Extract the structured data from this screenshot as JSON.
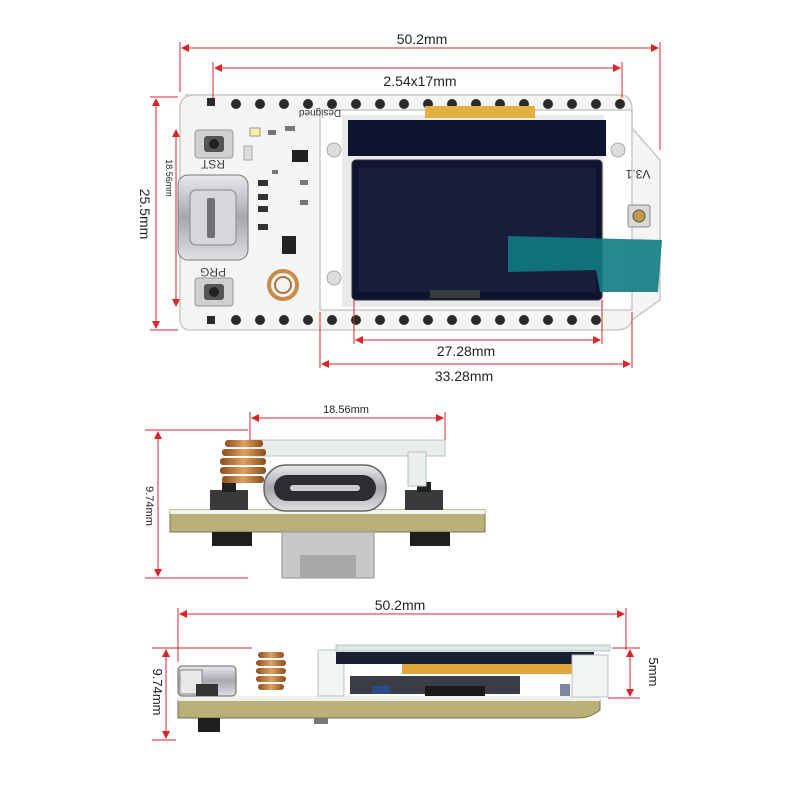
{
  "dimensions": {
    "top_width": "50.2mm",
    "pin_span": "2.54x17mm",
    "top_height": "25.5mm",
    "usb_height_small": "18.56mm",
    "screen_width": "27.28mm",
    "screen_frame_width": "33.28mm",
    "front_width": "18.56mm",
    "front_height": "9.74mm",
    "side_width": "50.2mm",
    "side_height": "9.74mm",
    "oled_thickness": "5mm"
  },
  "silkscreen": {
    "rst": "RST",
    "prg": "PRG",
    "version": "V3.1",
    "brand": "Designed"
  },
  "colors": {
    "dimension_line": "#d8262a",
    "pcb_white": "#f4f4f2",
    "screen": "#0e1330",
    "pcb_edge": "#b9b07a",
    "copper": "#c98a4a"
  }
}
